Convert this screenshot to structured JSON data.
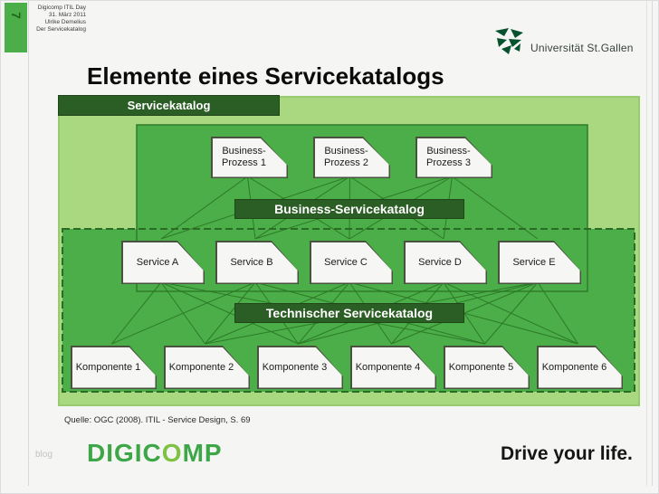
{
  "slide": {
    "tab_number": "7",
    "header_lines": [
      "Digicomp ITIL Day",
      "31. März 2011",
      "Ulrike Demelius",
      "Der Servicekatalog"
    ],
    "university_logo_text": "Universität St.Gallen",
    "title": "Elemente eines Servicekatalogs",
    "source_note": "Quelle: OGC (2008). ITIL - Service Design, S. 69",
    "footer": {
      "blog_label": "blog",
      "logo_prefix": "DIGIC",
      "logo_o": "O",
      "logo_suffix": "MP",
      "tagline": "Drive your life."
    }
  },
  "diagram": {
    "catalog_label": "Servicekatalog",
    "business_bar_label": "Business-Servicekatalog",
    "technical_bar_label": "Technischer Servicekatalog",
    "business_processes": [
      {
        "line1": "Business-",
        "line2": "Prozess 1"
      },
      {
        "line1": "Business-",
        "line2": "Prozess 2"
      },
      {
        "line1": "Business-",
        "line2": "Prozess 3"
      }
    ],
    "services": [
      "Service A",
      "Service B",
      "Service C",
      "Service D",
      "Service E"
    ],
    "components": [
      "Komponente 1",
      "Komponente 2",
      "Komponente 3",
      "Komponente 4",
      "Komponente 5",
      "Komponente 6"
    ],
    "edges": {
      "process_to_service": [
        [
          0,
          0
        ],
        [
          0,
          1
        ],
        [
          0,
          2
        ],
        [
          1,
          0
        ],
        [
          1,
          1
        ],
        [
          1,
          2
        ],
        [
          1,
          3
        ],
        [
          2,
          1
        ],
        [
          2,
          2
        ],
        [
          2,
          3
        ],
        [
          2,
          4
        ]
      ],
      "service_to_component": [
        [
          0,
          0
        ],
        [
          0,
          1
        ],
        [
          0,
          2
        ],
        [
          0,
          4
        ],
        [
          1,
          0
        ],
        [
          1,
          1
        ],
        [
          1,
          2
        ],
        [
          1,
          4
        ],
        [
          2,
          1
        ],
        [
          2,
          2
        ],
        [
          2,
          3
        ],
        [
          2,
          5
        ],
        [
          3,
          2
        ],
        [
          3,
          3
        ],
        [
          3,
          4
        ],
        [
          3,
          5
        ],
        [
          4,
          1
        ],
        [
          4,
          2
        ],
        [
          4,
          3
        ],
        [
          4,
          4
        ],
        [
          4,
          5
        ]
      ]
    },
    "colors": {
      "light_green": "#aad880",
      "medium_green": "#4cae48",
      "dark_green": "#2b5e24",
      "line_green": "#2c7a28",
      "dashed_border": "#2a6b25",
      "box_fill": "#f6f6f4",
      "box_border": "#49523f",
      "logo_green": "#3da647",
      "university_green": "#06522e"
    }
  }
}
